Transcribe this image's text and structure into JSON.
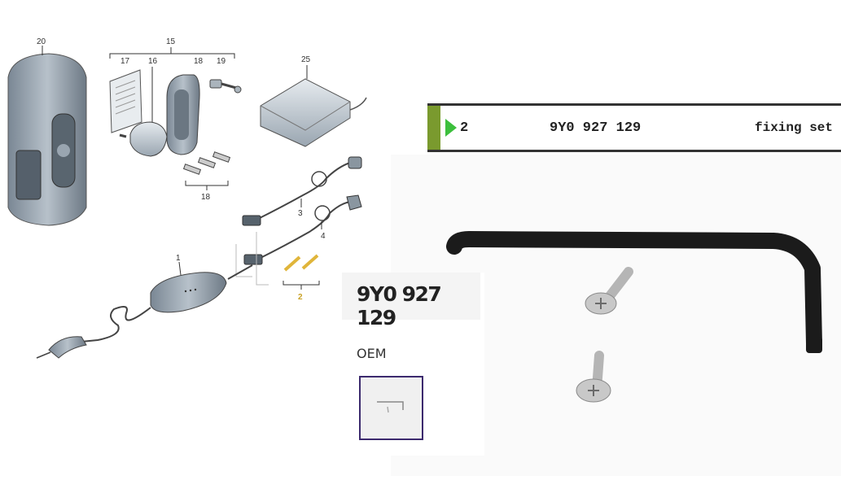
{
  "diagram": {
    "callouts": [
      "20",
      "15",
      "17",
      "16",
      "18",
      "19",
      "25",
      "18",
      "3",
      "4",
      "1",
      "2"
    ]
  },
  "part_bar": {
    "position": "2",
    "part_number": "9Y0 927 129",
    "description": "fixing set",
    "accent_color": "#7a9a2e",
    "arrow_color": "#3cbf3c"
  },
  "product_card": {
    "part_number": "9Y0 927 129",
    "source_label": "OEM",
    "thumb_border_color": "#3c2a6e"
  },
  "photo": {
    "contents": [
      "hex-torx-key-icon",
      "countersunk-screw-icon",
      "countersunk-screw-icon"
    ]
  }
}
